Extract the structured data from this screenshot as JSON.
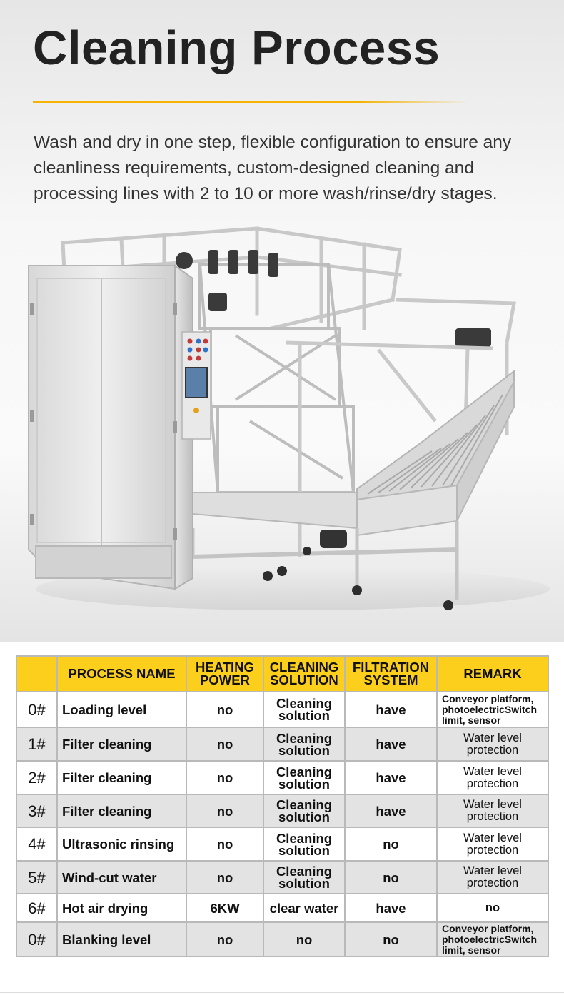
{
  "header": {
    "title": "Cleaning Process",
    "intro": "Wash and dry in one step, flexible configuration to ensure any cleanliness requirements, custom-designed cleaning and processing lines with 2 to 10 or more wash/rinse/dry stages."
  },
  "colors": {
    "accent": "#f5b400",
    "header_fill": "#fccf1c",
    "row_alt": "#e3e3e3",
    "title": "#222222"
  },
  "table": {
    "headers": [
      "",
      "PROCESS NAME",
      "HEATING POWER",
      "CLEANING SOLUTION",
      "FILTRATION SYSTEM",
      "REMARK"
    ],
    "rows": [
      {
        "num": "0#",
        "name": "Loading level",
        "heating": "no",
        "solution": "Cleaning solution",
        "filtration": "have",
        "remark": "Conveyor platform, photoelectricSwitch limit, sensor"
      },
      {
        "num": "1#",
        "name": "Filter cleaning",
        "heating": "no",
        "solution": "Cleaning solution",
        "filtration": "have",
        "remark": "Water level protection"
      },
      {
        "num": "2#",
        "name": "Filter cleaning",
        "heating": "no",
        "solution": "Cleaning solution",
        "filtration": "have",
        "remark": "Water level protection"
      },
      {
        "num": "3#",
        "name": "Filter cleaning",
        "heating": "no",
        "solution": "Cleaning solution",
        "filtration": "have",
        "remark": "Water level protection"
      },
      {
        "num": "4#",
        "name": "Ultrasonic rinsing",
        "heating": "no",
        "solution": "Cleaning solution",
        "filtration": "no",
        "remark": "Water level protection"
      },
      {
        "num": "5#",
        "name": "Wind-cut water",
        "heating": "no",
        "solution": "Cleaning solution",
        "filtration": "no",
        "remark": "Water level protection"
      },
      {
        "num": "6#",
        "name": "Hot air drying",
        "heating": "6KW",
        "solution": "clear water",
        "filtration": "have",
        "remark": "no"
      },
      {
        "num": "0#",
        "name": "Blanking level",
        "heating": "no",
        "solution": "no",
        "filtration": "no",
        "remark": "Conveyor platform, photoelectricSwitch limit, sensor"
      }
    ]
  }
}
